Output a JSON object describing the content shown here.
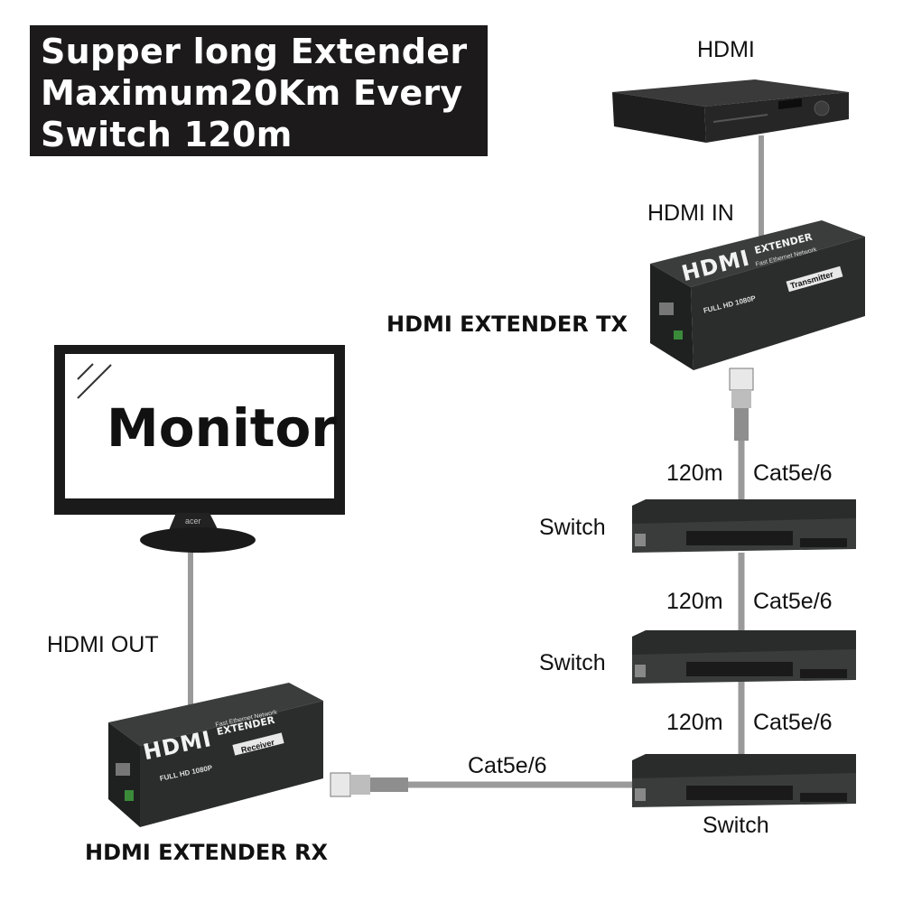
{
  "banner": {
    "line1": "Supper long Extender",
    "line2": "Maximum20Km Every",
    "line3": "Switch 120m"
  },
  "labels": {
    "hdmi_source": "HDMI",
    "hdmi_in": "HDMI IN",
    "tx_title": "HDMI EXTENDER TX",
    "rx_title": "HDMI EXTENDER RX",
    "monitor": "Monitor",
    "hdmi_out": "HDMI OUT",
    "switch_1": "Switch",
    "switch_2": "Switch",
    "switch_3": "Switch",
    "seg1_distance": "120m",
    "seg1_cable": "Cat5e/6",
    "seg2_distance": "120m",
    "seg2_cable": "Cat5e/6",
    "seg3_distance": "120m",
    "seg3_cable": "Cat5e/6",
    "rx_cable": "Cat5e/6"
  },
  "device_text": {
    "tx_logo": "HDMI",
    "tx_extender": "EXTENDER",
    "tx_sub": "Fast Ethernet Network",
    "tx_res": "FULL HD 1080P",
    "tx_tag": "Transmitter",
    "rx_logo": "HDMI",
    "rx_extender": "EXTENDER",
    "rx_sub": "Fast Ethernet Network",
    "rx_res": "FULL HD 1080P",
    "rx_tag": "Receiver",
    "monitor_brand": "acer"
  },
  "colors": {
    "cable": "#9a9a9a",
    "device_dark": "#2b2b2b",
    "banner_bg": "#1c1a1a"
  }
}
